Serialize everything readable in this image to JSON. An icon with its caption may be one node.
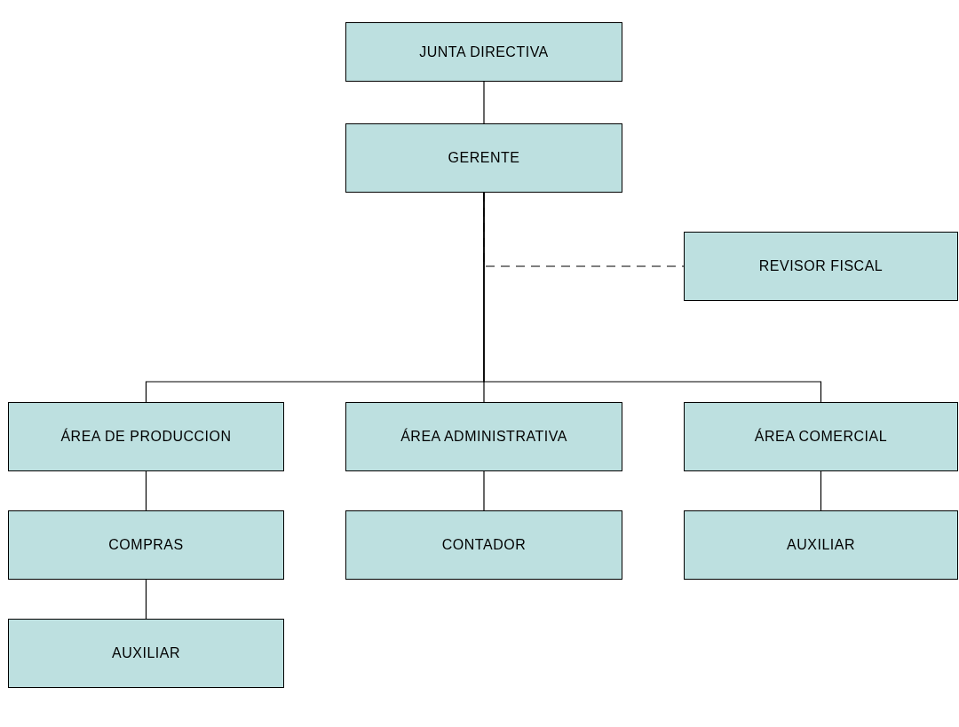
{
  "diagram": {
    "nodes": [
      {
        "text": [
          "JUNTA DIRECTIVA"
        ]
      },
      {
        "text": [
          "GERENTE"
        ]
      },
      {
        "text": [
          "REVISOR FISCAL"
        ]
      },
      {
        "text": [
          "ÁREA DE PRODUCCION"
        ]
      },
      {
        "text": [
          "ÁREA ADMINISTRATIVA"
        ]
      },
      {
        "text": [
          "ÁREA COMERCIAL"
        ]
      },
      {
        "text": [
          "COMPRAS"
        ]
      },
      {
        "text": [
          "CONTADOR"
        ]
      },
      {
        "text": [
          "AUXILIAR"
        ]
      },
      {
        "text": [
          "AUXILIAR"
        ]
      }
    ],
    "edges": [
      {
        "from": 0,
        "to": 1,
        "arrow": "none"
      },
      {
        "from": 1,
        "to": 2,
        "arrow": "none",
        "style": "dashed"
      },
      {
        "from": 1,
        "to": 3,
        "arrow": "none"
      },
      {
        "from": 1,
        "to": 4,
        "arrow": "none"
      },
      {
        "from": 1,
        "to": 5,
        "arrow": "none"
      },
      {
        "from": 3,
        "to": 6,
        "arrow": "none"
      },
      {
        "from": 6,
        "to": 9,
        "arrow": "none"
      },
      {
        "from": 4,
        "to": 7,
        "arrow": "none"
      },
      {
        "from": 5,
        "to": 8,
        "arrow": "none"
      }
    ]
  }
}
